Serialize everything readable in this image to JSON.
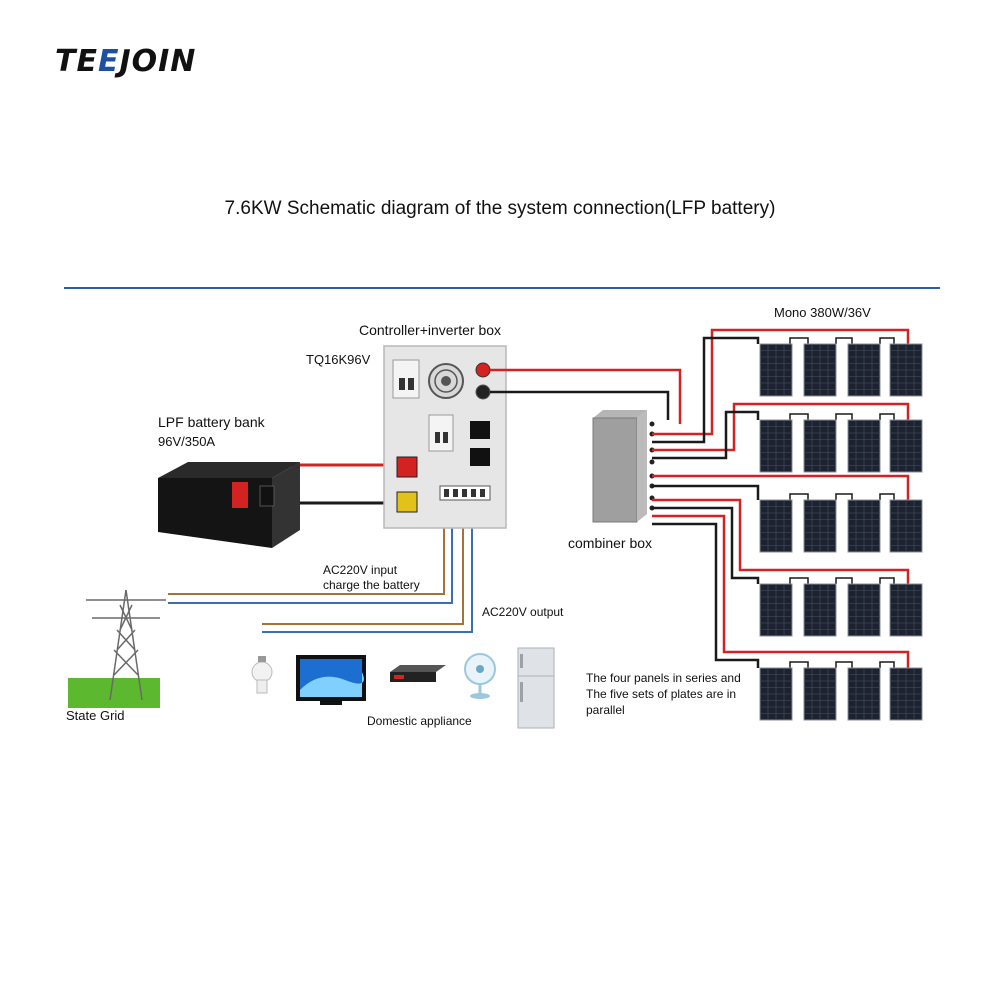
{
  "brand": {
    "logo_left": "TE",
    "logo_mid": "E",
    "logo_right": "JOIN"
  },
  "title": "7.6KW Schematic diagram of the system connection(LFP battery)",
  "controller": {
    "label": "Controller+inverter box",
    "model": "TQ16K96V"
  },
  "battery": {
    "line1": "LPF battery bank",
    "line2": "96V/350A"
  },
  "combiner": {
    "label": "combiner box"
  },
  "panels": {
    "label": "Mono 380W/36V",
    "rows": 5,
    "per_row": 4
  },
  "ac_input": {
    "line1": "AC220V input",
    "line2": "charge the battery"
  },
  "ac_output": {
    "label": "AC220V output"
  },
  "grid": {
    "label": "State Grid"
  },
  "appliance": {
    "label": "Domestic appliance"
  },
  "note": {
    "line1": "The four panels in series and",
    "line2": "The five sets of plates are in",
    "line3": "parallel"
  },
  "colors": {
    "positive": "#d32222",
    "negative": "#1a1a1a",
    "ac_brown": "#a8703a",
    "ac_blue": "#3a6fb0",
    "rule": "#2c5ea8",
    "panel": "#1c2230",
    "grass": "#5cb82e"
  }
}
